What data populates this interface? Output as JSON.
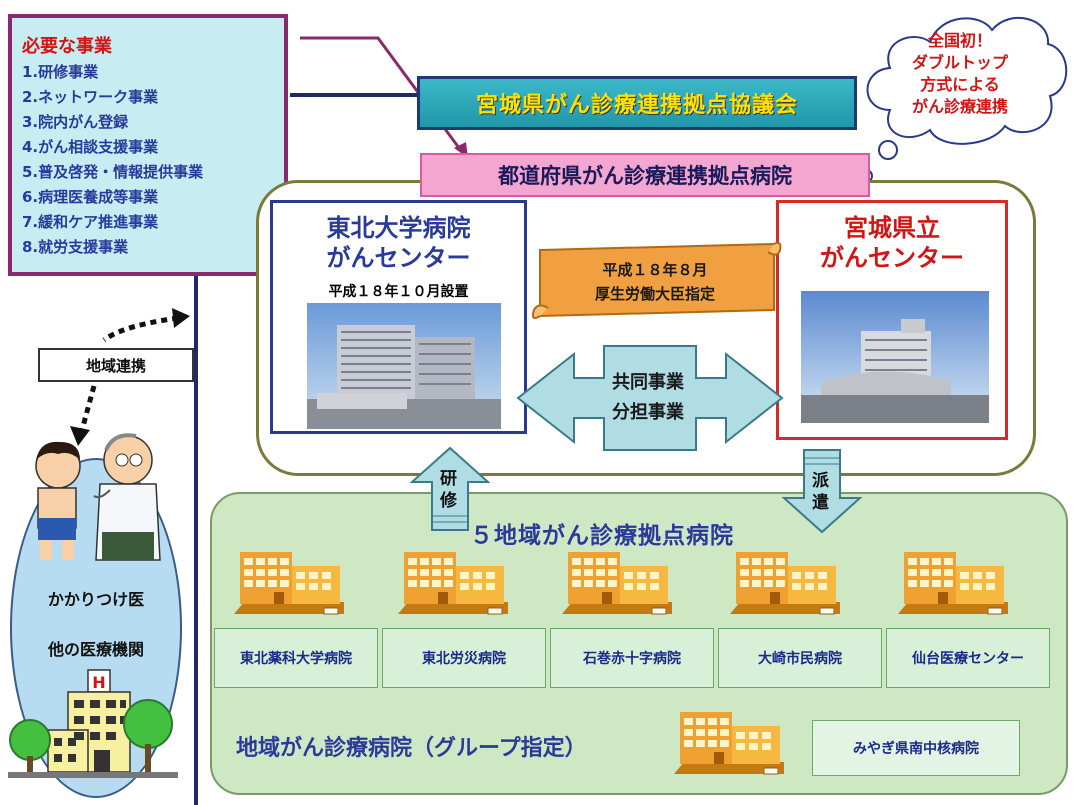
{
  "required_business": {
    "title": "必要な事業",
    "items": [
      "1.研修事業",
      "2.ネットワーク事業",
      "3.院内がん登録",
      "4.がん相談支援事業",
      "5.普及啓発・情報提供事業",
      "6.病理医養成等事業",
      "7.緩和ケア推進事業",
      "8.就労支援事業"
    ]
  },
  "council_banner": "宮城県がん診療連携拠点協議会",
  "bubble": {
    "line1": "全国初！",
    "line2": "ダブルトップ",
    "line3": "方式による",
    "line4": "がん診療連携"
  },
  "pref_banner": "都道府県がん診療連携拠点病院",
  "tohoku": {
    "line1": "東北大学病院",
    "line2": "がんセンター",
    "established": "平成１８年１０月設置"
  },
  "miyagi": {
    "line1": "宮城県立",
    "line2": "がんセンター"
  },
  "designation": {
    "line1": "平成１８年８月",
    "line2": "厚生労働大臣指定"
  },
  "joint": {
    "line1": "共同事業",
    "line2": "分担事業"
  },
  "research_label": "研修",
  "dispatch_label": "派遣",
  "regional_title": "５地域がん診療拠点病院",
  "regional_hospitals": [
    "東北薬科大学病院",
    "東北労災病院",
    "石巻赤十字病院",
    "大崎市民病院",
    "仙台医療センター"
  ],
  "group_title": "地域がん診療病院（グループ指定）",
  "group_hospital": "みやぎ県南中核病院",
  "left": {
    "renkei": "地域連携",
    "doctor": "かかりつけ医",
    "other": "他の医療機関",
    "h_sign": "H"
  }
}
